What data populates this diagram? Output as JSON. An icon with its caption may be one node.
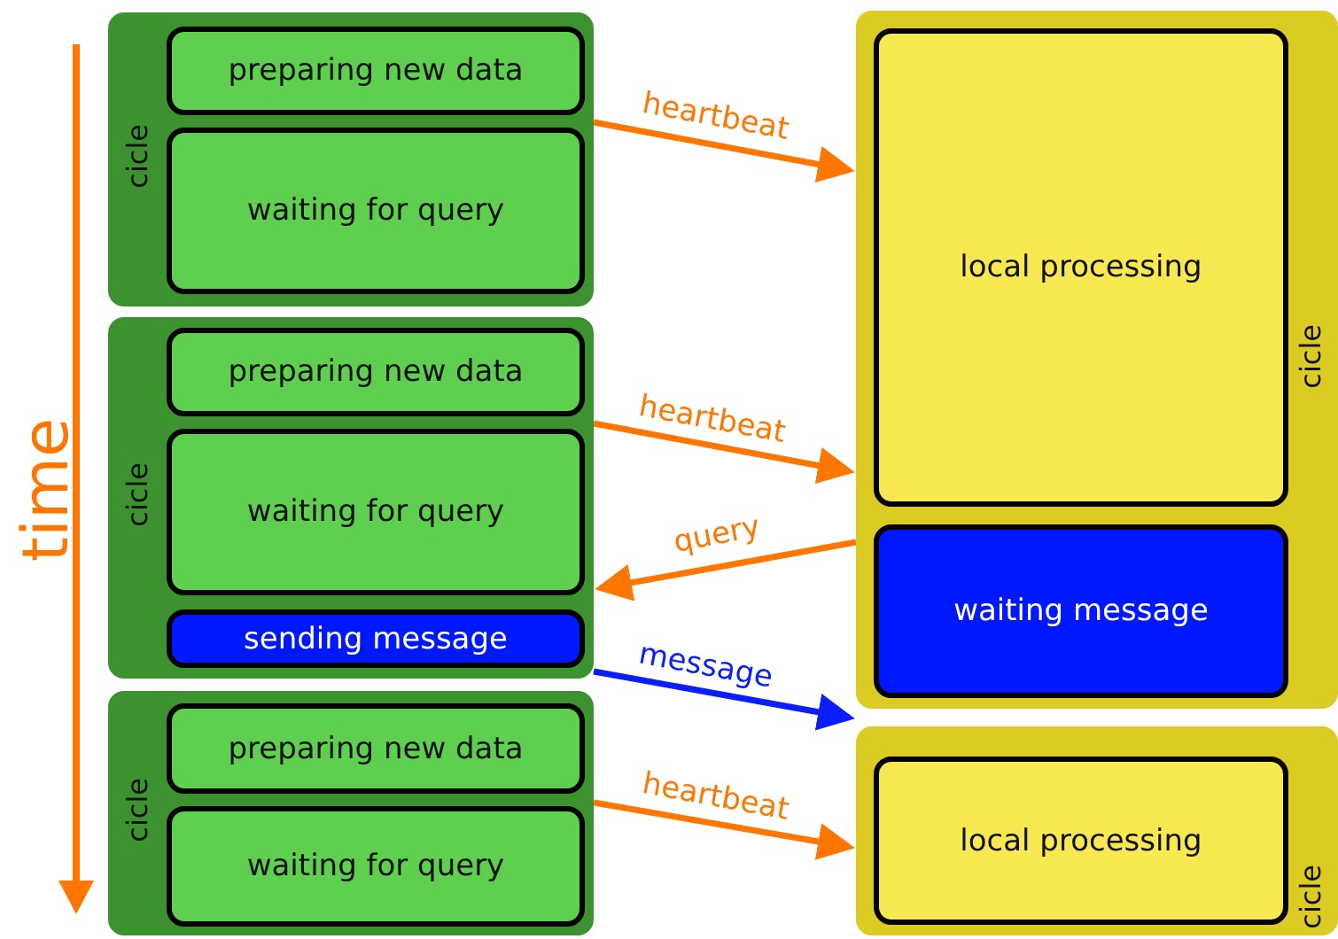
{
  "diagram": {
    "nodes": [
      {
        "text": [
          "cicle"
        ]
      },
      {
        "text": [
          "preparing new data"
        ],
        "in": 0
      },
      {
        "text": [
          "waiting for query"
        ],
        "in": 0
      },
      {
        "text": [
          "cicle"
        ]
      },
      {
        "text": [
          "preparing new data"
        ],
        "in": 3
      },
      {
        "text": [
          "waiting for query"
        ],
        "in": 3
      },
      {
        "text": [
          "sending message"
        ],
        "in": 3
      },
      {
        "text": [
          "cicle"
        ]
      },
      {
        "text": [
          "preparing new data"
        ],
        "in": 7
      },
      {
        "text": [
          "waiting for query"
        ],
        "in": 7
      },
      {
        "text": [
          "cicle"
        ]
      },
      {
        "text": [
          "local processing"
        ],
        "in": 10
      },
      {
        "text": [
          "waiting message"
        ],
        "in": 10
      },
      {
        "text": [
          "cicle"
        ]
      },
      {
        "text": [
          "local processing"
        ],
        "in": 13
      }
    ],
    "edges": [
      {
        "from": 0,
        "to": 10,
        "arrow": "to",
        "label": "heartbeat"
      },
      {
        "from": 3,
        "to": 10,
        "arrow": "to",
        "label": "heartbeat"
      },
      {
        "from": 10,
        "to": 3,
        "arrow": "to",
        "label": "query"
      },
      {
        "from": 3,
        "to": 10,
        "arrow": "to",
        "label": "message",
        "color": "#0a1eff"
      },
      {
        "from": 7,
        "to": 13,
        "arrow": "to",
        "label": "heartbeat"
      }
    ],
    "labels": [
      "time"
    ]
  }
}
